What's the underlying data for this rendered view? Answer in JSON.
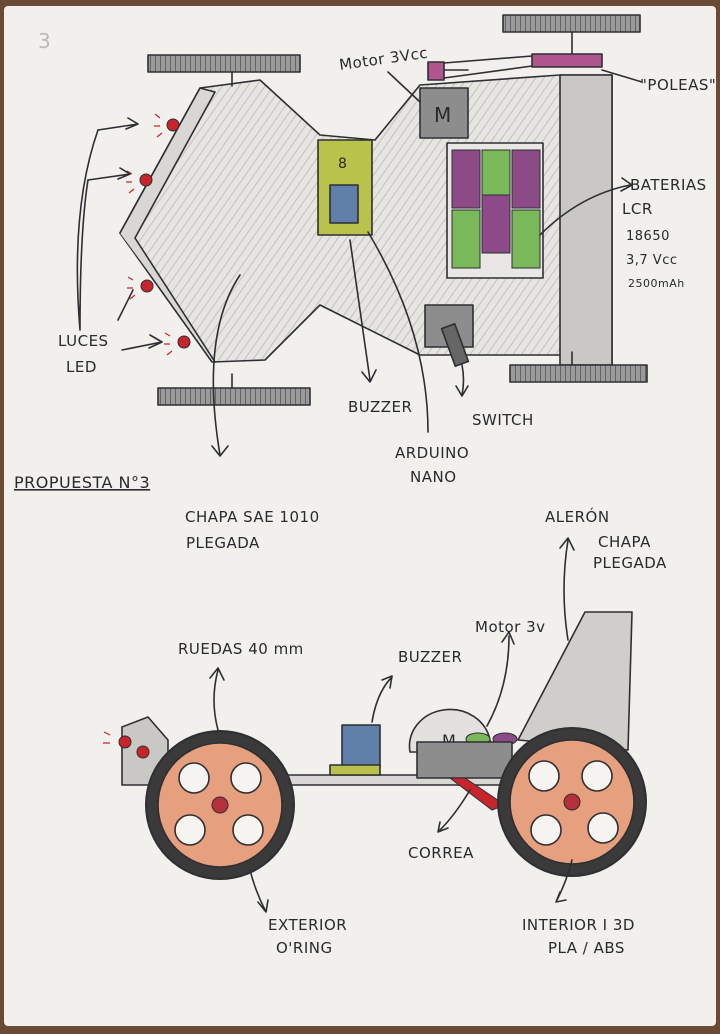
{
  "page_number": "3",
  "title": "PROPUESTA N°3",
  "top_view": {
    "motor": "Motor 3Vcc",
    "motor_symbol": "M",
    "poleas": "\"POLEAS\"",
    "baterias": [
      "BATERIAS",
      "LCR",
      "18650",
      "3,7 Vcc",
      "2500mAh"
    ],
    "luces": [
      "LUCES",
      "LED"
    ],
    "buzzer": "BUZZER",
    "switch": "SWITCH",
    "arduino": [
      "ARDUINO",
      "NANO"
    ],
    "chapa": [
      "CHAPA SAE 1010",
      "PLEGADA"
    ]
  },
  "side_view": {
    "aleron": [
      "ALERÓN",
      "CHAPA",
      "PLEGADA"
    ],
    "motor": "Motor 3v",
    "motor_symbol": "M",
    "ruedas": "RUEDAS 40 mm",
    "buzzer": "BUZZER",
    "correa": "CORREA",
    "exterior": [
      "EXTERIOR",
      "O'RING"
    ],
    "interior": [
      "INTERIOR I 3D",
      "PLA / ABS"
    ]
  },
  "colors": {
    "paper": "#f1f0ec",
    "ink": "#2f2f33",
    "wheel_orange": "#e7a07e",
    "led_red": "#c8242b",
    "battery_green": "#79b95a",
    "battery_purple": "#8c4a86",
    "pcb_yellow": "#b9c24a",
    "buzzer_blue": "#5f7fa8",
    "pulley_magenta": "#b0568e"
  }
}
